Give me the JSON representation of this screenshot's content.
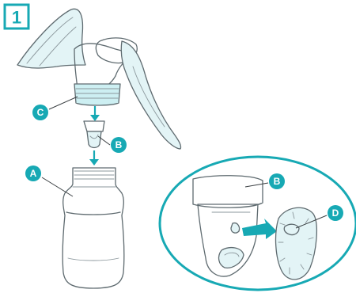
{
  "step_number": "1",
  "labels": {
    "c": "C",
    "b_top": "B",
    "a": "A",
    "b_detail": "B",
    "d": "D"
  },
  "colors": {
    "accent": "#17a9b4",
    "line": "#5f6b70",
    "light_fill": "#e3f4f6"
  },
  "icons": {
    "arrow_down": "arrow-down-icon",
    "arrow_right": "arrow-right-icon"
  }
}
